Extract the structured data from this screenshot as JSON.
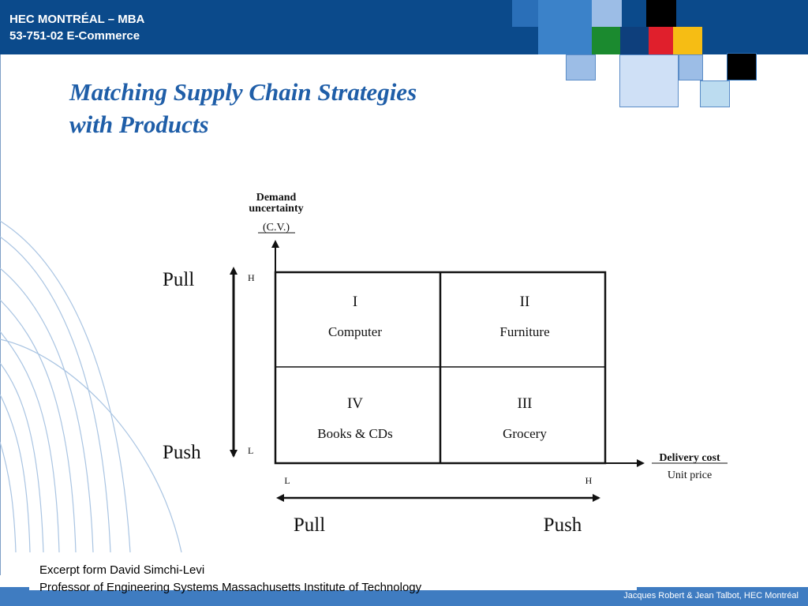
{
  "header": {
    "line1": "HEC MONTRÉAL – MBA",
    "line2": "53-751-02 E-Commerce"
  },
  "title": {
    "line1": "Matching Supply Chain Strategies",
    "line2": "with Products"
  },
  "diagram": {
    "y_axis_title": [
      "Demand",
      "uncertainty",
      "(C.V.)"
    ],
    "y_high": "H",
    "y_low": "L",
    "x_axis_title": [
      "Delivery cost",
      "Unit price"
    ],
    "x_low": "L",
    "x_high": "H",
    "left_top_strategy": "Pull",
    "left_bottom_strategy": "Push",
    "bottom_left_strategy": "Pull",
    "bottom_right_strategy": "Push",
    "quadrants": [
      {
        "numeral": "I",
        "label": "Computer"
      },
      {
        "numeral": "II",
        "label": "Furniture"
      },
      {
        "numeral": "IV",
        "label": "Books & CDs"
      },
      {
        "numeral": "III",
        "label": "Grocery"
      }
    ]
  },
  "footer": {
    "line1": "Excerpt form David Simchi-Levi",
    "line2": "Professor of Engineering Systems Massachusetts Institute of Technology",
    "authors": "Jacques Robert & Jean Talbot,  HEC Montréal"
  },
  "colors": {
    "header_blue": "#0b4a8b",
    "title_blue": "#1f5ea8",
    "footer_blue": "#3f7cc1"
  }
}
